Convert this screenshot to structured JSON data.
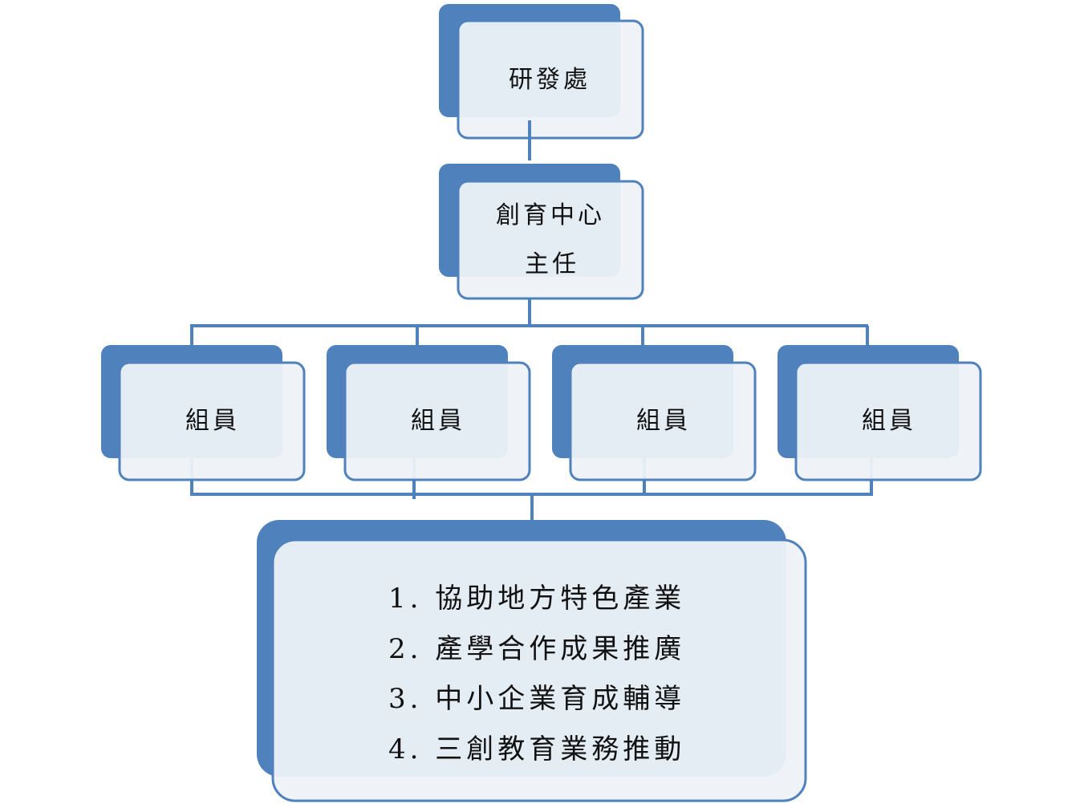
{
  "colors": {
    "accent": "#4F81BD",
    "fill_light": "#EEF2F8",
    "outline": "#4F81BD",
    "connector": "#4F81BD",
    "text": "#111111"
  },
  "diagram": {
    "top": {
      "label": "研發處"
    },
    "director": {
      "lines": [
        "創育中心",
        "主任"
      ]
    },
    "members": [
      {
        "label": "組員"
      },
      {
        "label": "組員"
      },
      {
        "label": "組員"
      },
      {
        "label": "組員"
      }
    ],
    "tasks": {
      "items": [
        "1. 協助地方特色產業",
        "2. 產學合作成果推廣",
        "3. 中小企業育成輔導",
        "4. 三創教育業務推動"
      ]
    }
  }
}
